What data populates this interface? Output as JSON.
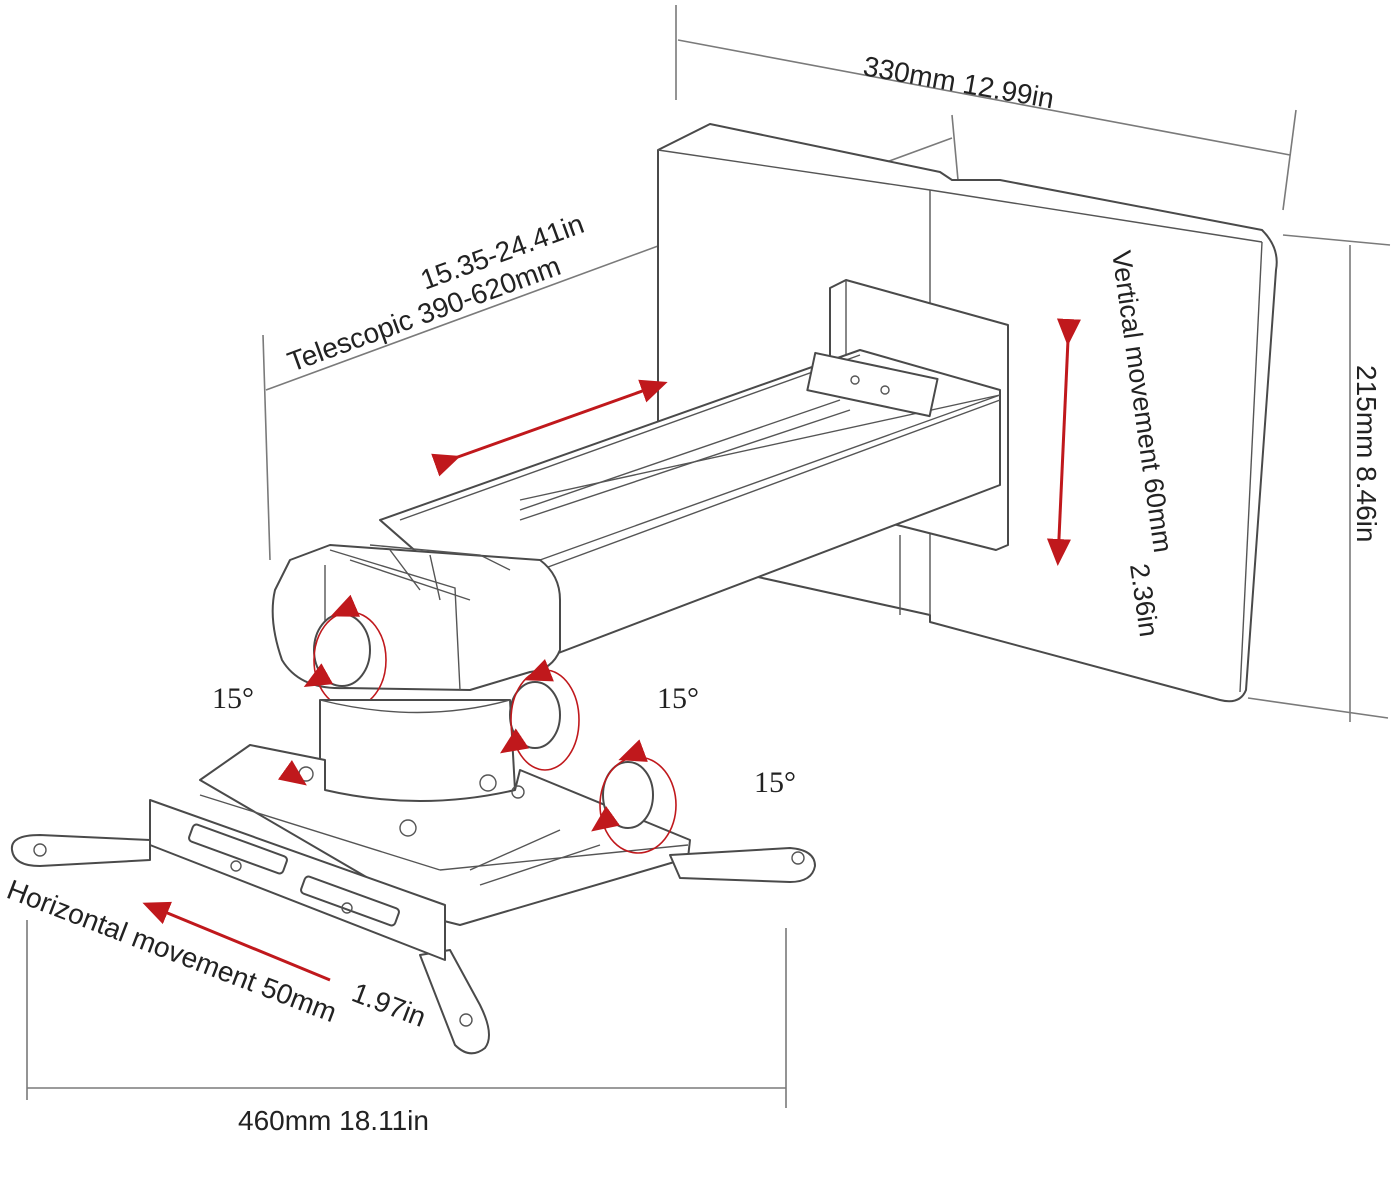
{
  "labels": {
    "width_top": "330mm   12.99in",
    "telescopic_line1": "15.35-24.41in",
    "telescopic_line2": "Telescopic 390-620mm",
    "vertical_line1": "Vertical movement 60mm",
    "vertical_line2": "2.36in",
    "height_right": "215mm   8.46in",
    "tilt_left": "15°",
    "tilt_middle": "15°",
    "tilt_right": "15°",
    "horizontal_line1": "Horizontal movement 50mm",
    "horizontal_line2": "1.97in",
    "width_bottom": "460mm   18.11in"
  },
  "colors": {
    "arrow": "#c0181c",
    "outline": "#4a4a4a",
    "dimension": "#7a7a7a"
  }
}
